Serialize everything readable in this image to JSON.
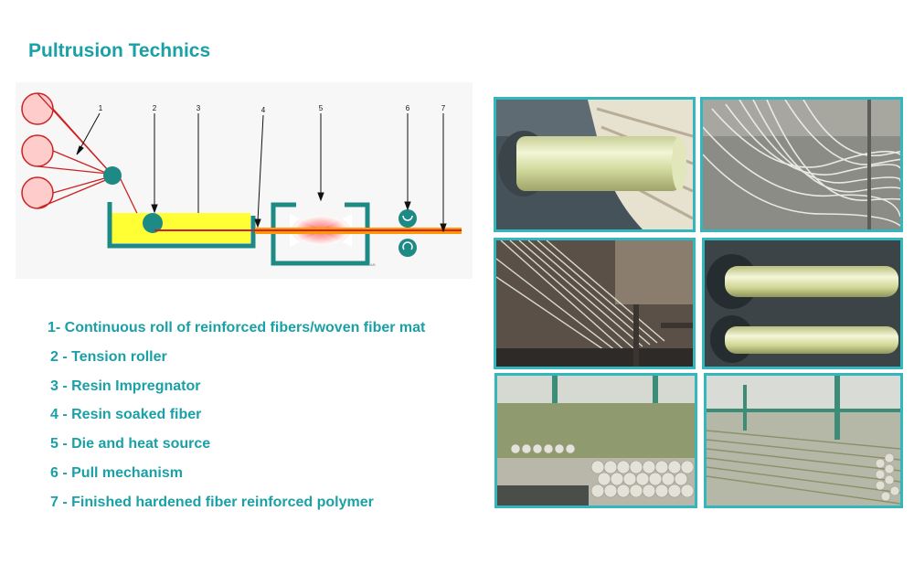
{
  "title": "Pultrusion Technics",
  "diagram": {
    "callouts": [
      "1",
      "2",
      "3",
      "4",
      "5",
      "6",
      "7"
    ],
    "small_mark": "A/B"
  },
  "legend": [
    "1- Continuous roll of reinforced fibers/woven fiber mat",
    "2 - Tension roller",
    "3 - Resin Impregnator",
    "4 - Resin soaked fiber",
    "5 - Die and heat source",
    "6 - Pull mechanism",
    "7 - Finished hardened fiber reinforced polymer"
  ],
  "colors": {
    "accent": "#1aa0a6",
    "photo_border": "#33b7bd",
    "fiber_line": "#cc2222",
    "resin": "#ffff33",
    "roll_fill": "#ffcccc"
  }
}
